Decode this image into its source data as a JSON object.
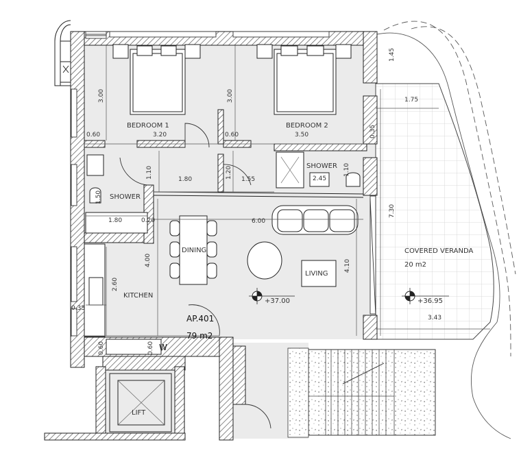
{
  "apartment": {
    "code": "AP.401",
    "area": "79 m2"
  },
  "rooms": {
    "bedroom1": "BEDROOM 1",
    "bedroom2": "BEDROOM 2",
    "shower_left": "SHOWER",
    "shower_right": "SHOWER",
    "dining": "DINING",
    "living": "LIVING",
    "kitchen": "KITCHEN",
    "veranda": "COVERED VERANDA",
    "veranda_area": "20 m2",
    "lift": "LIFT",
    "washer": "W"
  },
  "levels": {
    "living": "+37.00",
    "veranda": "+36.95"
  },
  "dimensions": {
    "bed1_depth": "3.00",
    "bed1_width": "3.20",
    "bed1_side": "0.60",
    "bed2_depth": "3.00",
    "bed2_width": "3.50",
    "bed2_side": "0.60",
    "bed2_right": "0.35",
    "corridor_h": "1.10",
    "corridor_w": "1.80",
    "hall_v": "1.20",
    "hall_w": "1.55",
    "shower_r_h": "1.10",
    "shower_r_w": "2.45",
    "shower_l_h": "1.50",
    "shower_l_w": "1.80",
    "shower_l_side": "0.20",
    "living_width": "6.00",
    "dining_height": "4.00",
    "living_height": "4.10",
    "kitchen_height": "2.60",
    "kitchen_side": "0.35",
    "bottom_left": "0.60",
    "bottom_mid": "0.60",
    "veranda_height": "7.30",
    "veranda_top": "1.75",
    "veranda_corner": "1.45",
    "veranda_width": "3.43"
  }
}
